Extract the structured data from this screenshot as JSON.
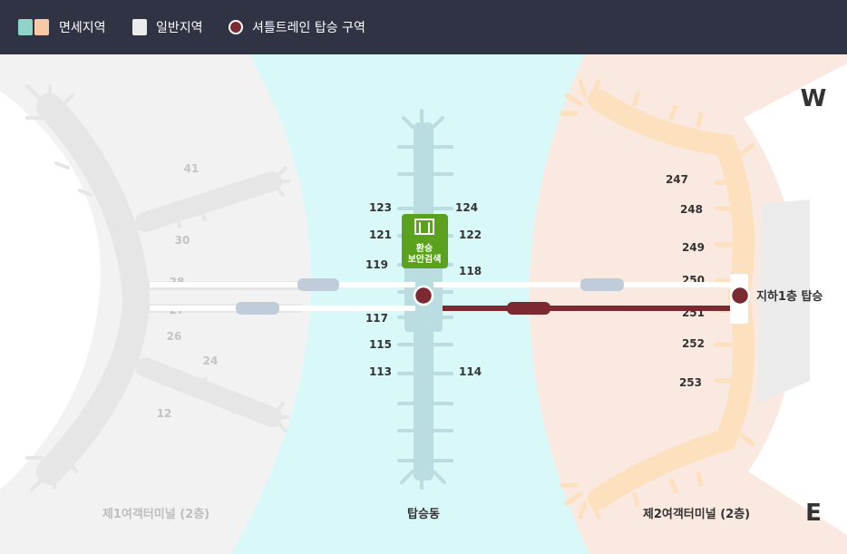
{
  "legend": {
    "duty_free": {
      "label": "면세지역",
      "colors": [
        "#8fd3c9",
        "#f9c9a5"
      ]
    },
    "general": {
      "label": "일반지역",
      "color": "#ececec"
    },
    "shuttle": {
      "label": "셔틀트레인 탑승 구역",
      "color": "#7a2a30"
    }
  },
  "colors": {
    "header_bg": "#2f3344",
    "concourse_zone": "#d9f8f8",
    "concourse_body": "#b9dde0",
    "t2_zone": "#f9e9e0",
    "t2_body": "#fde0bd",
    "t1_zone": "#f2f2f2",
    "t1_body": "#e6e6e6",
    "train": "#7a2a30",
    "security_green": "#5aa11d"
  },
  "terminal1": {
    "caption": "제1여객터미널 (2층)",
    "gates": [
      "41",
      "30",
      "28",
      "27",
      "26",
      "24",
      "12"
    ]
  },
  "concourse": {
    "caption": "탑승동",
    "gates_left": [
      "123",
      "121",
      "119",
      "117",
      "115",
      "113"
    ],
    "gates_right": [
      "124",
      "122",
      "118",
      "114"
    ],
    "security_label_1": "환승",
    "security_label_2": "보안검색"
  },
  "terminal2": {
    "caption": "제2여객터미널 (2층)",
    "gates": [
      "247",
      "248",
      "249",
      "250",
      "251",
      "252",
      "253"
    ],
    "station_label": "지하1층 탑승"
  },
  "compass": {
    "west": "W",
    "east": "E"
  },
  "icons": {
    "security": "security-gate-icon",
    "station": "shuttle-station-icon",
    "train": "shuttle-train-icon"
  }
}
